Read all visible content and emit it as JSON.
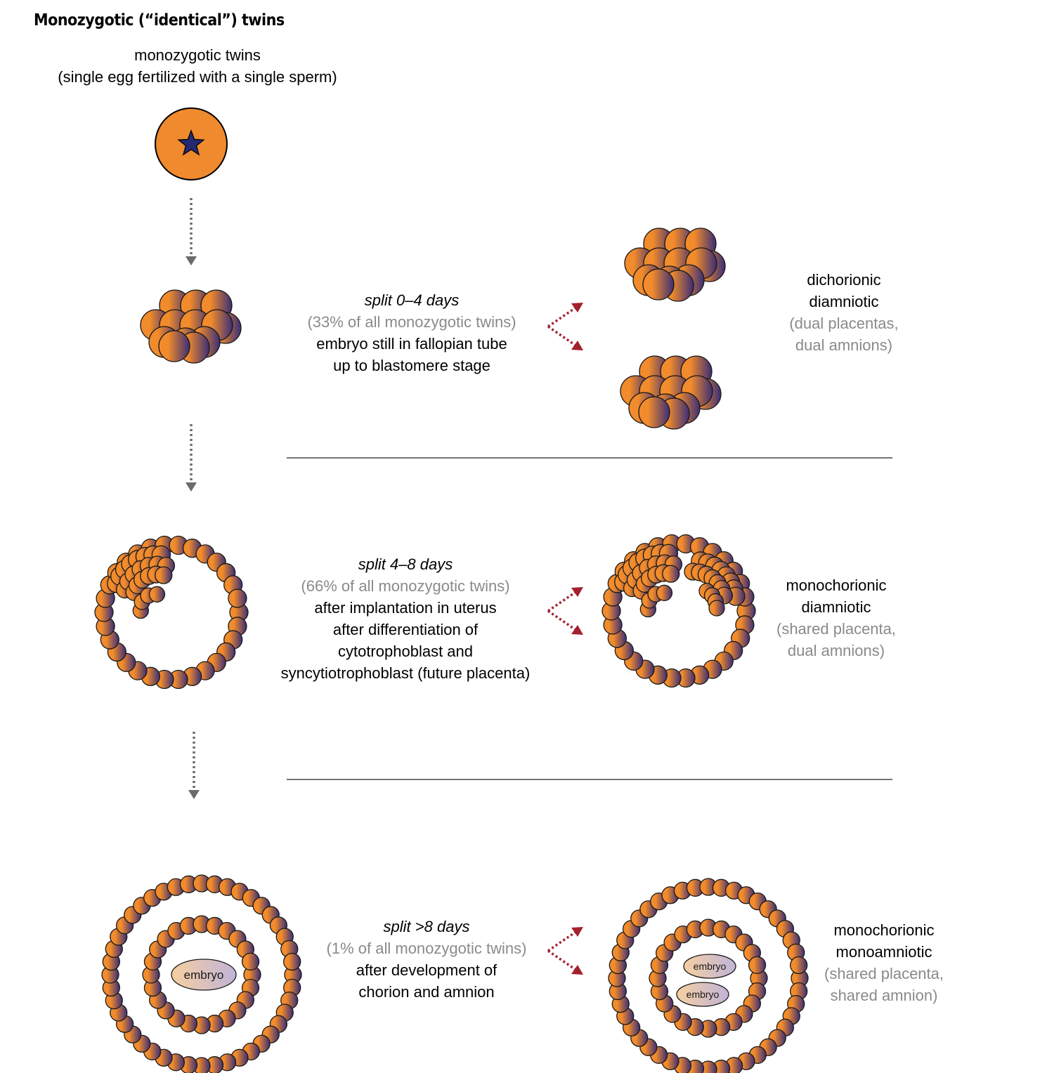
{
  "title": "Monozygotic (“identical”) twins",
  "intro": {
    "line1": "monozygotic twins",
    "line2": "(single egg fertilized with a single sperm)"
  },
  "colors": {
    "cell_light": "#f28b2b",
    "cell_dark": "#3a2d78",
    "star": "#252a6e",
    "flow_arrow": "#6b6b6b",
    "split_arrow": "#a3202e",
    "note_gray": "#8a8a8a",
    "embryo_light": "#f6cfa0",
    "embryo_dark": "#c0b4d8"
  },
  "icons": {
    "zygote": "star-in-circle",
    "flow": "dotted-down-arrow",
    "split": "dotted-fork-arrow"
  },
  "stages": [
    {
      "id": "early",
      "split": "split 0–4 days",
      "share": "(33% of all monozygotic twins)",
      "description": [
        "embryo still in fallopian tube",
        "up to blastomere stage"
      ],
      "outcome": "dichorionic",
      "outcome2": "diamniotic",
      "note1": "(dual placentas,",
      "note2": "dual amnions)"
    },
    {
      "id": "middle",
      "split": "split 4–8 days",
      "share": "(66% of all monozygotic twins)",
      "description": [
        "after implantation in uterus",
        "after differentiation of",
        "cytotrophoblast and",
        "syncytiotrophoblast (future placenta)"
      ],
      "outcome": "monochorionic",
      "outcome2": "diamniotic",
      "note1": "(shared placenta,",
      "note2": "dual amnions)"
    },
    {
      "id": "late",
      "split": "split >8 days",
      "share": "(1% of all monozygotic twins)",
      "description": [
        "after development of",
        "chorion and amnion"
      ],
      "outcome": "monochorionic",
      "outcome2": "monoamniotic",
      "note1": "(shared placenta,",
      "note2": "shared amnion)"
    }
  ],
  "embryo_label": "embryo"
}
